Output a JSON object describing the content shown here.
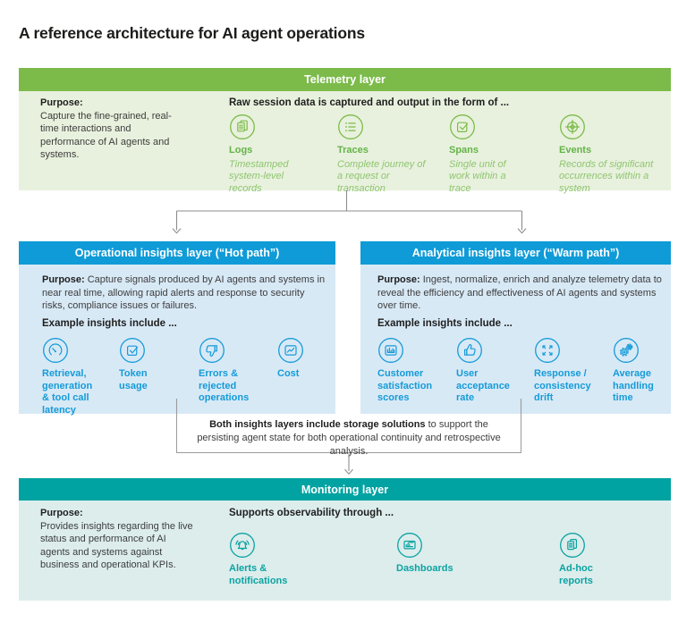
{
  "title": "A reference architecture for AI agent operations",
  "colors": {
    "green_header": "#7cbb4a",
    "green_body": "#e8f1dd",
    "green_text": "#63b348",
    "blue_header": "#0f9bd7",
    "blue_body": "#d8e9f6",
    "blue_text": "#149bd8",
    "teal_header": "#00a3a2",
    "teal_body": "#dcedec",
    "teal_text": "#0ba3a2",
    "connector_gray": "#8c8c8c",
    "body_text": "#3d3d3d"
  },
  "telemetry": {
    "header": "Telemetry layer",
    "purpose_label": "Purpose:",
    "purpose": "Capture the fine-grained, real-time interactions and performance of AI agents and systems.",
    "heading": "Raw session data is captured and output in the form of ...",
    "items": [
      {
        "label": "Logs",
        "desc": "Timestamped system-level records",
        "icon": "logs"
      },
      {
        "label": "Traces",
        "desc": "Complete journey of a request or transaction",
        "icon": "traces"
      },
      {
        "label": "Spans",
        "desc": "Single unit of work within a trace",
        "icon": "checkbox"
      },
      {
        "label": "Events",
        "desc": "Records of significant occurrences within a system",
        "icon": "target"
      }
    ]
  },
  "operational": {
    "header": "Operational insights layer (“Hot path”)",
    "purpose_label": "Purpose:",
    "purpose": "Capture signals produced by AI agents and systems in near real time, allowing rapid alerts and response to security risks, compliance issues or failures.",
    "heading": "Example insights include ...",
    "items": [
      {
        "label": "Retrieval, generation & tool call latency",
        "icon": "gauge"
      },
      {
        "label": "Token usage",
        "icon": "checkbox"
      },
      {
        "label": "Errors & rejected operations",
        "icon": "thumbs-down"
      },
      {
        "label": "Cost",
        "icon": "line-chart"
      }
    ]
  },
  "analytical": {
    "header": "Analytical insights layer (“Warm path”)",
    "purpose_label": "Purpose:",
    "purpose": "Ingest, normalize, enrich and analyze telemetry data to reveal the efficiency and effectiveness of AI agents and systems over time.",
    "heading": "Example insights include ...",
    "items": [
      {
        "label": "Customer satisfaction scores",
        "icon": "bar-chart"
      },
      {
        "label": "User acceptance rate",
        "icon": "thumbs-up"
      },
      {
        "label": "Response / consistency drift",
        "icon": "expand-arrows"
      },
      {
        "label": "Average handling time",
        "icon": "gears"
      }
    ]
  },
  "storage_note": {
    "bold": "Both insights layers include storage solutions",
    "text": " to support the persisting agent state for both operational continuity and retrospective analysis."
  },
  "monitoring": {
    "header": "Monitoring layer",
    "purpose_label": "Purpose:",
    "purpose": "Provides insights regarding the live status and performance of AI agents and systems against business and operational KPIs.",
    "heading": "Supports observability through ...",
    "items": [
      {
        "label": "Alerts & notifications",
        "icon": "bell"
      },
      {
        "label": "Dashboards",
        "icon": "dashboard"
      },
      {
        "label": "Ad-hoc reports",
        "icon": "report"
      }
    ]
  }
}
